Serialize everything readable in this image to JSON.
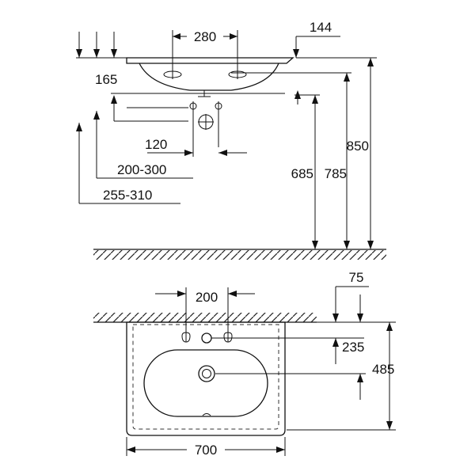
{
  "side_view": {
    "tap_hole_spacing": "280",
    "rim_overhang": "144",
    "rim_height_label": "165",
    "trap_offset": "120",
    "waste_height_range": "200-300",
    "supply_height_range": "255-310",
    "outlet_height": "685",
    "bowl_bottom_height": "785",
    "rim_top_height": "850"
  },
  "plan_view": {
    "tap_hole_spacing": "200",
    "wall_offset": "75",
    "tap_to_drain_depth": "235",
    "basin_depth": "485",
    "basin_width": "700"
  }
}
